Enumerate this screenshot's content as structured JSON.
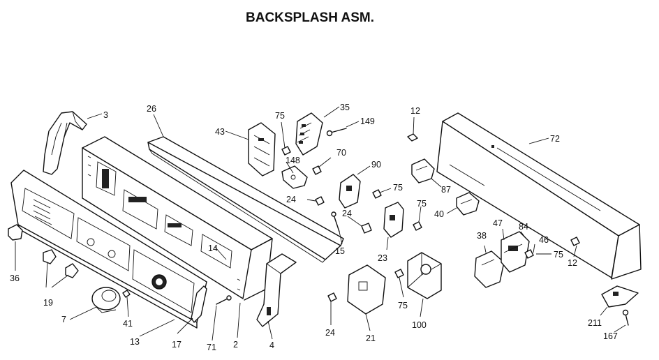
{
  "diagram": {
    "title": "BACKSPLASH ASM.",
    "labels": {
      "p3": "3",
      "p26": "26",
      "p43": "43",
      "p75a": "75",
      "p35": "35",
      "p149": "149",
      "p12a": "12",
      "p72": "72",
      "p148": "148",
      "p70": "70",
      "p90": "90",
      "p24a": "24",
      "p75b": "75",
      "p87": "87",
      "p75c": "75",
      "p40": "40",
      "p24b": "24",
      "p15": "15",
      "p14": "14",
      "p47": "47",
      "p84": "84",
      "p38": "38",
      "p46": "46",
      "p75d": "75",
      "p12b": "12",
      "p23": "23",
      "p36": "36",
      "p19": "19",
      "p7": "7",
      "p41": "41",
      "p13": "13",
      "p17": "17",
      "p71": "71",
      "p2": "2",
      "p4": "4",
      "p24c": "24",
      "p21": "21",
      "p75e": "75",
      "p100": "100",
      "p211": "211",
      "p167": "167"
    }
  }
}
